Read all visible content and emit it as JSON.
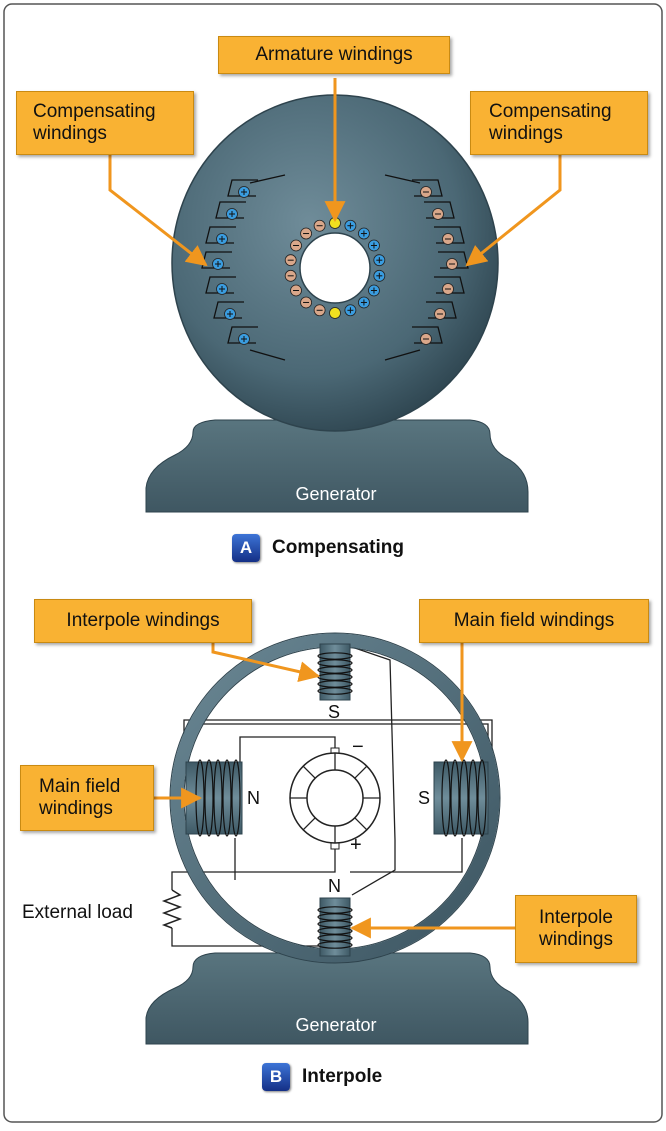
{
  "panel_a": {
    "callout_armature": "Armature windings",
    "callout_comp_left": [
      "Compensating",
      "windings"
    ],
    "callout_comp_right": [
      "Compensating",
      "windings"
    ],
    "generator_label": "Generator",
    "caption_letter": "A",
    "caption_text": "Compensating"
  },
  "panel_b": {
    "callout_interpole_top": "Interpole windings",
    "callout_main_field_right": "Main field windings",
    "callout_main_field_left": [
      "Main field",
      "windings"
    ],
    "callout_interpole_bottom": [
      "Interpole",
      "windings"
    ],
    "external_load": "External load",
    "pole_top": "S",
    "pole_left": "N",
    "pole_right": "S",
    "pole_bottom": "N",
    "sign_minus": "−",
    "sign_plus": "+",
    "generator_label": "Generator",
    "caption_letter": "B",
    "caption_text": "Interpole"
  },
  "colors": {
    "callout_fill": "#f9b233",
    "arrow": "#f0961e",
    "housing": "#4e6b78",
    "badge": "#2a57b8",
    "plus_charge": "#3a9de0",
    "minus_charge": "#d9a78a",
    "neutral_charge": "#f0e020"
  }
}
